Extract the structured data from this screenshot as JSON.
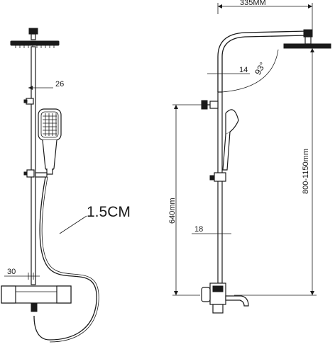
{
  "dimensions": {
    "hand_shower_offset": "26",
    "hose_length": "1.5CM",
    "mixer_depth": "30",
    "arm_reach": "335MM",
    "arm_pipe": "14",
    "arm_angle": "93°",
    "outlet_height": "640mm",
    "rail_range": "800-1150mm",
    "rail_pipe": "18"
  }
}
